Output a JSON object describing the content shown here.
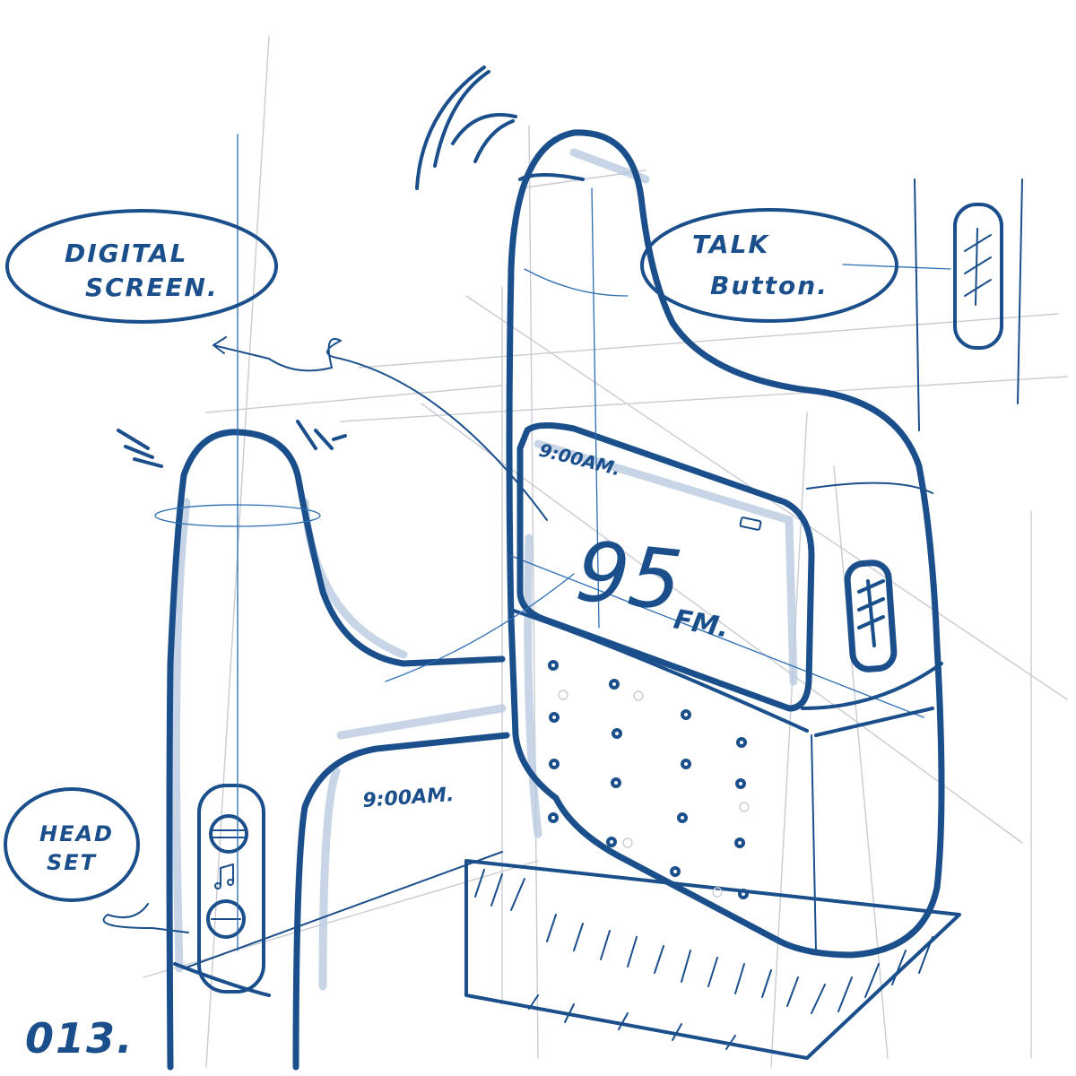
{
  "callouts": {
    "digital_screen": [
      "DIGITAL",
      "SCREEN."
    ],
    "talk_button": [
      "TALK",
      "Button."
    ],
    "headset": [
      "HEAD",
      "SET"
    ]
  },
  "screen": {
    "time_front": "9:00AM.",
    "frequency": "95",
    "band": "FM.",
    "time_side": "9:00AM."
  },
  "sheet_number": "013."
}
